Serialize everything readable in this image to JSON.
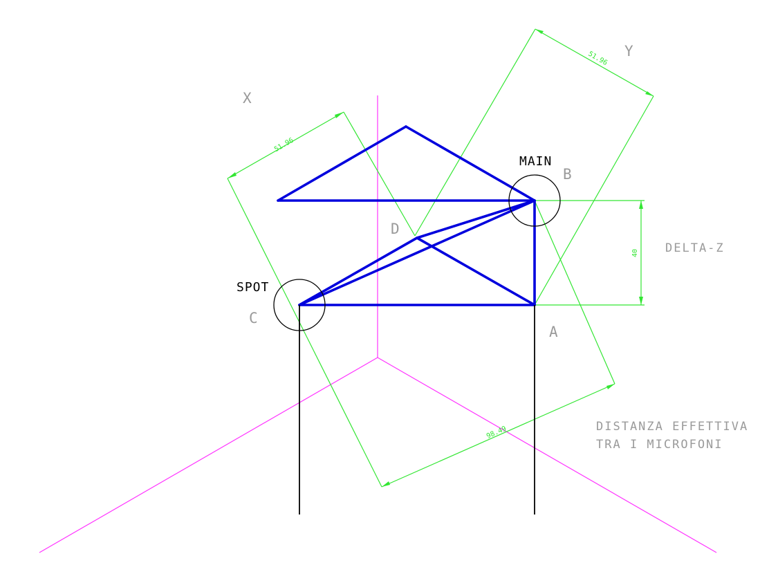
{
  "labels": {
    "x_axis": "X",
    "y_axis": "Y",
    "point_a": "A",
    "point_b": "B",
    "point_c": "C",
    "point_d": "D",
    "main": "MAIN",
    "spot": "SPOT",
    "delta_z": "DELTA-Z",
    "distance_line1": "DISTANZA EFFETTIVA",
    "distance_line2": "TRA I MICROFONI"
  },
  "dimensions": {
    "x_dim": "51.96",
    "y_dim": "51.96",
    "delta_z_dim": "40",
    "effective_distance_dim": "98.49"
  },
  "colors": {
    "axes": "#ff33ff",
    "dimension_lines": "#33e633",
    "structure": "#0000dd",
    "microphones": "#000000",
    "annotations": "#9a9a9a"
  }
}
